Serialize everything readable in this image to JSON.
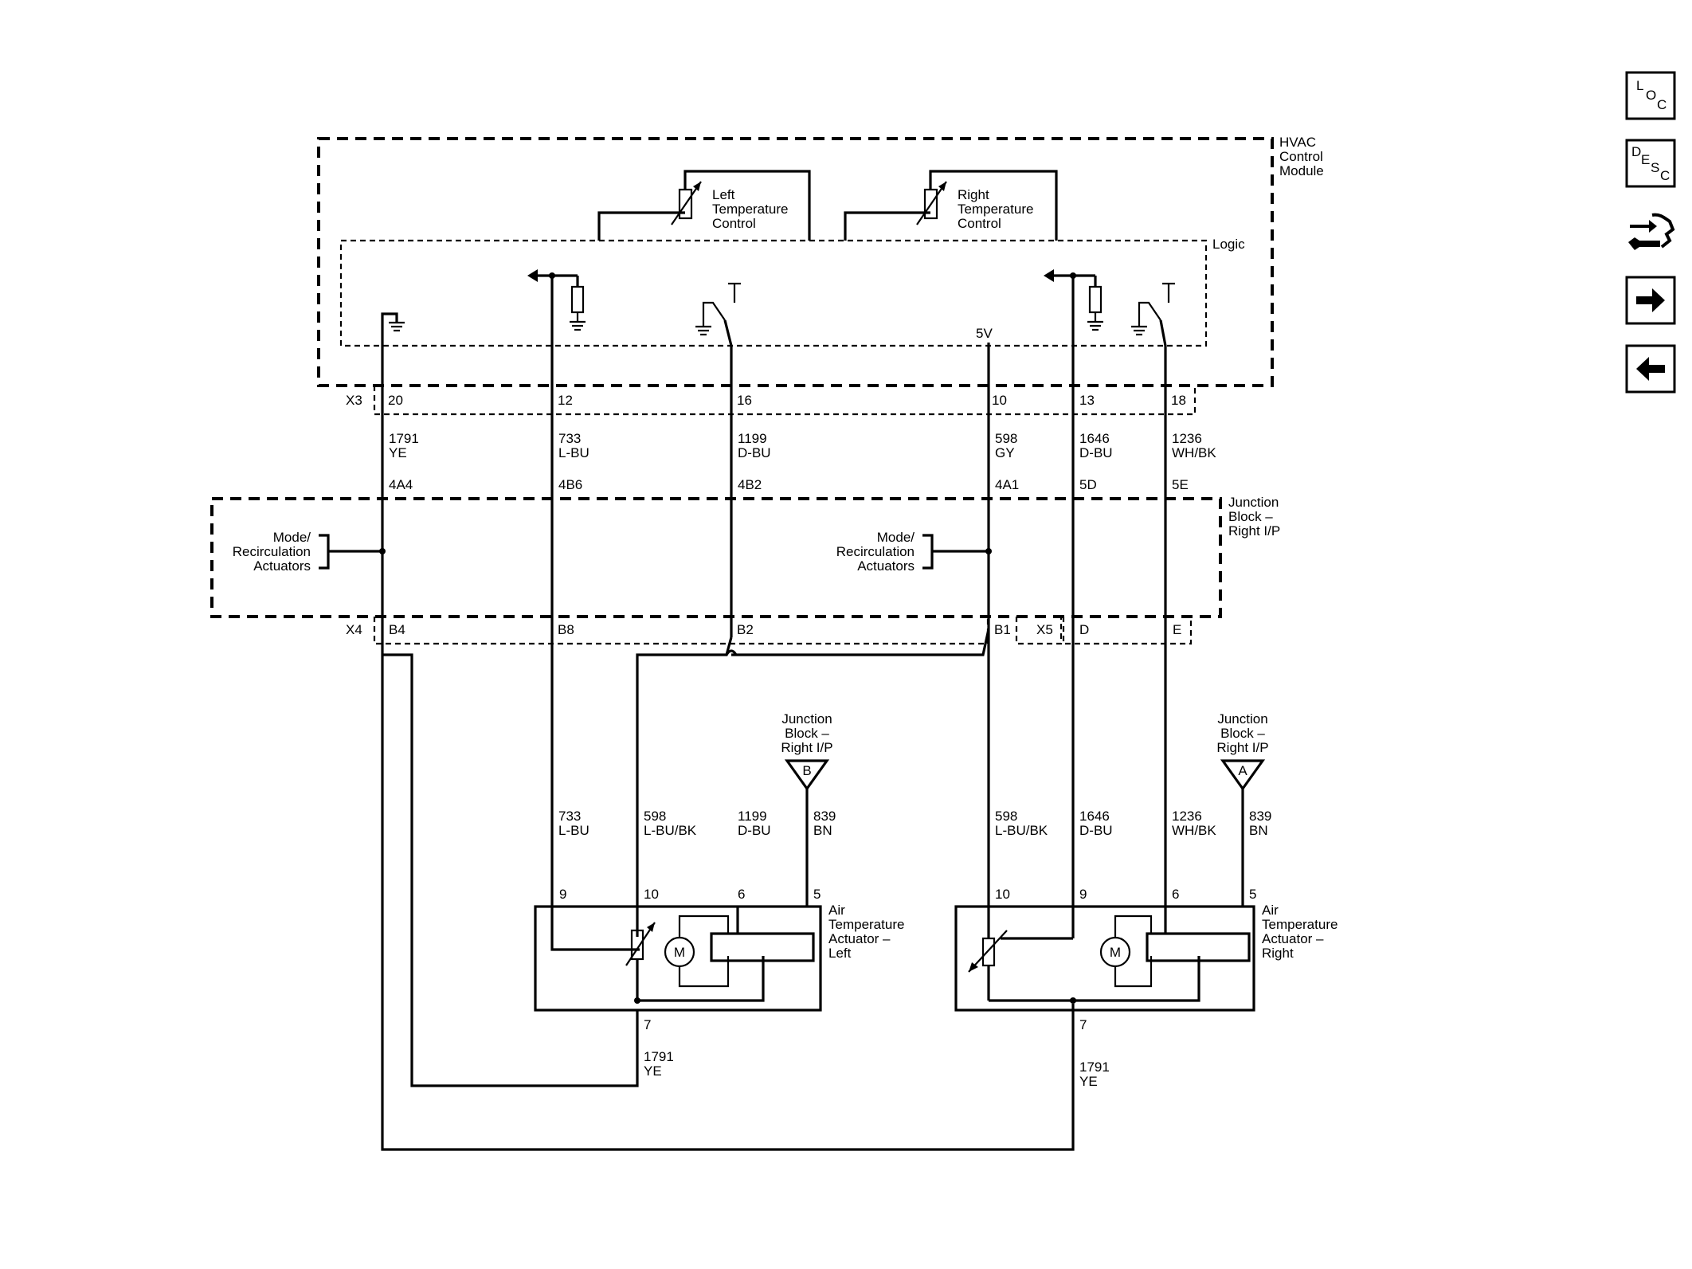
{
  "module": {
    "title_lines": [
      "HVAC",
      "Control",
      "Module"
    ],
    "logic_label": "Logic",
    "left_control_lines": [
      "Left",
      "Temperature",
      "Control"
    ],
    "right_control_lines": [
      "Right",
      "Temperature",
      "Control"
    ],
    "five_volt_label": "5V",
    "connector": "X3",
    "pins": [
      "20",
      "12",
      "16",
      "10",
      "13",
      "18"
    ]
  },
  "upper_wires": [
    {
      "circuit": "1791",
      "color": "YE",
      "splice": "4A4"
    },
    {
      "circuit": "733",
      "color": "L-BU",
      "splice": "4B6"
    },
    {
      "circuit": "1199",
      "color": "D-BU",
      "splice": "4B2"
    },
    {
      "circuit": "598",
      "color": "GY",
      "splice": "4A1"
    },
    {
      "circuit": "1646",
      "color": "D-BU",
      "splice": "5D"
    },
    {
      "circuit": "1236",
      "color": "WH/BK",
      "splice": "5E"
    }
  ],
  "junction_block": {
    "title_lines": [
      "Junction",
      "Block –",
      "Right I/P"
    ],
    "mode_left_lines": [
      "Mode/",
      "Recirculation",
      "Actuators"
    ],
    "mode_right_lines": [
      "Mode/",
      "Recirculation",
      "Actuators"
    ],
    "connector_x4": "X4",
    "connector_x5": "X5",
    "pins": [
      "B4",
      "B8",
      "B2",
      "B1",
      "D",
      "E"
    ]
  },
  "ground_refs": [
    {
      "title_lines": [
        "Junction",
        "Block –",
        "Right I/P"
      ],
      "letter": "B"
    },
    {
      "title_lines": [
        "Junction",
        "Block –",
        "Right I/P"
      ],
      "letter": "A"
    }
  ],
  "lower_wires": [
    {
      "circuit": "733",
      "color": "L-BU"
    },
    {
      "circuit": "598",
      "color": "L-BU/BK"
    },
    {
      "circuit": "1199",
      "color": "D-BU"
    },
    {
      "circuit": "839",
      "color": "BN"
    },
    {
      "circuit": "598",
      "color": "L-BU/BK"
    },
    {
      "circuit": "1646",
      "color": "D-BU"
    },
    {
      "circuit": "1236",
      "color": "WH/BK"
    },
    {
      "circuit": "839",
      "color": "BN"
    }
  ],
  "actuator_left": {
    "title_lines": [
      "Air",
      "Temperature",
      "Actuator –",
      "Left"
    ],
    "pins": [
      "9",
      "10",
      "6",
      "5"
    ],
    "ground_pin": "7",
    "motor": "M"
  },
  "actuator_right": {
    "title_lines": [
      "Air",
      "Temperature",
      "Actuator –",
      "Right"
    ],
    "pins": [
      "10",
      "9",
      "6",
      "5"
    ],
    "ground_pin": "7",
    "motor": "M"
  },
  "ground_wires": [
    {
      "circuit": "1791",
      "color": "YE"
    },
    {
      "circuit": "1791",
      "color": "YE"
    }
  ],
  "side_nav": {
    "loc": [
      "L",
      "O",
      "C"
    ],
    "desc": [
      "D",
      "E",
      "S",
      "C"
    ]
  }
}
